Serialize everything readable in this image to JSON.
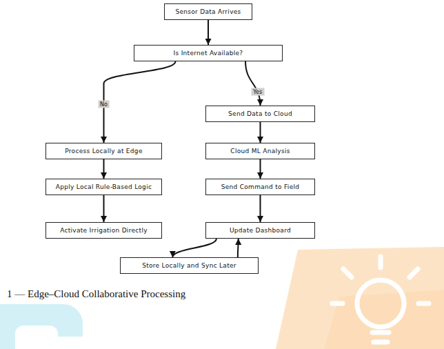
{
  "diagram": {
    "caption": "1 — Edge–Cloud Collaborative Processing",
    "nodes": [
      {
        "text": [
          "Sensor Data Arrives"
        ]
      },
      {
        "text": [
          "Is Internet Available?"
        ]
      },
      {
        "text": [
          "Send Data to Cloud"
        ]
      },
      {
        "text": [
          "Process Locally at Edge"
        ]
      },
      {
        "text": [
          "Cloud ML Analysis"
        ]
      },
      {
        "text": [
          "Apply Local Rule-Based Logic"
        ]
      },
      {
        "text": [
          "Send Command to Field"
        ]
      },
      {
        "text": [
          "Activate Irrigation Directly"
        ]
      },
      {
        "text": [
          "Update Dashboard"
        ]
      },
      {
        "text": [
          "Store Locally and Sync Later"
        ]
      }
    ],
    "edges": [
      {
        "from": 0,
        "to": 1,
        "arrow": "to"
      },
      {
        "from": 1,
        "to": 3,
        "label": "No",
        "arrow": "to"
      },
      {
        "from": 1,
        "to": 2,
        "label": "Yes",
        "arrow": "to"
      },
      {
        "from": 3,
        "to": 5,
        "arrow": "to"
      },
      {
        "from": 5,
        "to": 7,
        "arrow": "to"
      },
      {
        "from": 2,
        "to": 4,
        "arrow": "to"
      },
      {
        "from": 4,
        "to": 6,
        "arrow": "to"
      },
      {
        "from": 6,
        "to": 8,
        "arrow": "to"
      },
      {
        "from": 8,
        "to": 9,
        "arrow": "to"
      },
      {
        "from": 9,
        "to": 8,
        "arrow": "to"
      }
    ]
  }
}
